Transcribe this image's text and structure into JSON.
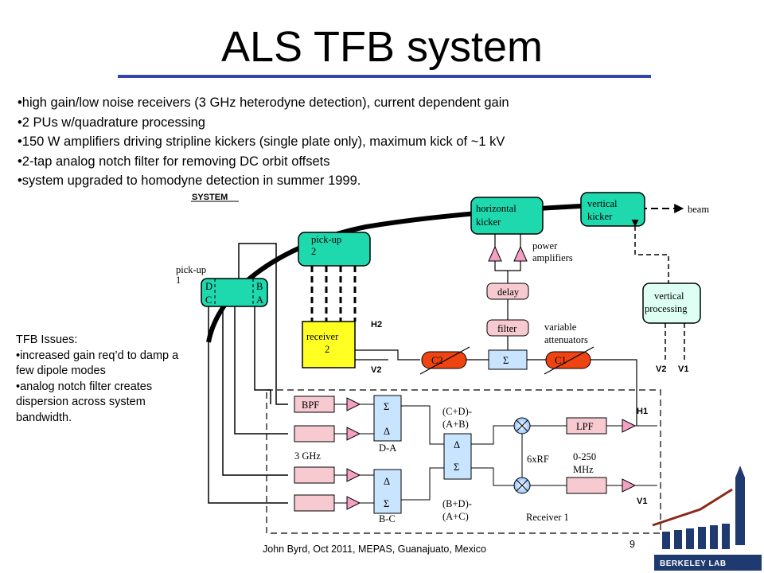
{
  "slide": {
    "title": "ALS TFB system",
    "bullets": [
      "high gain/low noise receivers (3 GHz heterodyne detection), current dependent gain",
      "2 PUs w/quadrature processing",
      "150 W amplifiers driving stripline kickers (single plate only), maximum kick of ~1 kV",
      "2-tap analog notch filter for removing DC orbit offsets",
      "system upgraded to homodyne detection in summer 1999."
    ],
    "issues": {
      "heading": "TFB Issues:",
      "items": [
        "increased gain req’d to damp a few dipole modes",
        "analog notch filter creates dispersion across system bandwidth."
      ]
    },
    "footer": "John Byrd, Oct 2011, MEPAS, Guanajuato, Mexico",
    "page_number": "9"
  },
  "diagram": {
    "system_label": "SYSTEM",
    "pickup1": {
      "line1": "pick-up",
      "line2": "1",
      "d": "D",
      "b": "B",
      "c": "C",
      "a": "A"
    },
    "pickup2": {
      "line1": "pick-up",
      "line2": "2"
    },
    "horizontal_kicker": {
      "line1": "horizontal",
      "line2": "kicker"
    },
    "vertical_kicker": {
      "line1": "vertical",
      "line2": "kicker"
    },
    "beam": "beam",
    "power_amplifiers": {
      "line1": "power",
      "line2": "amplifiers"
    },
    "delay": "delay",
    "filter": "filter",
    "variable_attenuators": {
      "line1": "variable",
      "line2": "attenuators"
    },
    "vertical_processing": {
      "line1": "vertical",
      "line2": "processing"
    },
    "receiver2": {
      "line1": "receiver",
      "line2": "2"
    },
    "h2": "H2",
    "v2_left": "V2",
    "c2": "C2",
    "c1": "C1",
    "sigma": "Σ",
    "delta": "Δ",
    "v2_right": "V2",
    "v1_right": "V1",
    "h1": "H1",
    "v1": "V1",
    "bpf": "BPF",
    "lpf": "LPF",
    "ghz": "3 GHz",
    "da": "D-A",
    "bc": "B-C",
    "cd_ab": {
      "line1": "(C+D)-",
      "line2": "(A+B)"
    },
    "bd_ac": {
      "line1": "(B+D)-",
      "line2": "(A+C)"
    },
    "rf": "6xRF",
    "mhz": {
      "line1": "0-250",
      "line2": "MHz"
    },
    "receiver1": "Receiver 1"
  },
  "logo": {
    "text": "BERKELEY LAB"
  },
  "colors": {
    "teal": "#1dd9ad",
    "receiver_yellow": "#ffff22",
    "pink": "#f6cad0",
    "amp_pink": "#f4a0c4",
    "attenuator_red": "#ee4411",
    "sigma_blue": "#c8e4ff",
    "processing_fill": "#ddfff4",
    "rule_blue": "#3344b0",
    "logo_blue": "#1f3a6e"
  }
}
